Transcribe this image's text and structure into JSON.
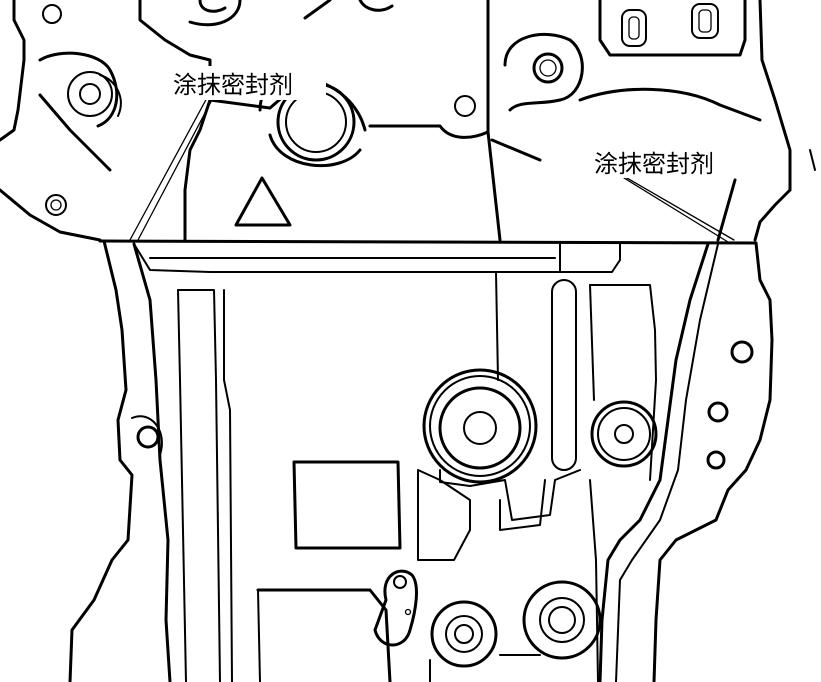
{
  "callouts": [
    {
      "id": "left",
      "text": "涂抹密封剂"
    },
    {
      "id": "right",
      "text": "涂抹密封剂"
    }
  ]
}
